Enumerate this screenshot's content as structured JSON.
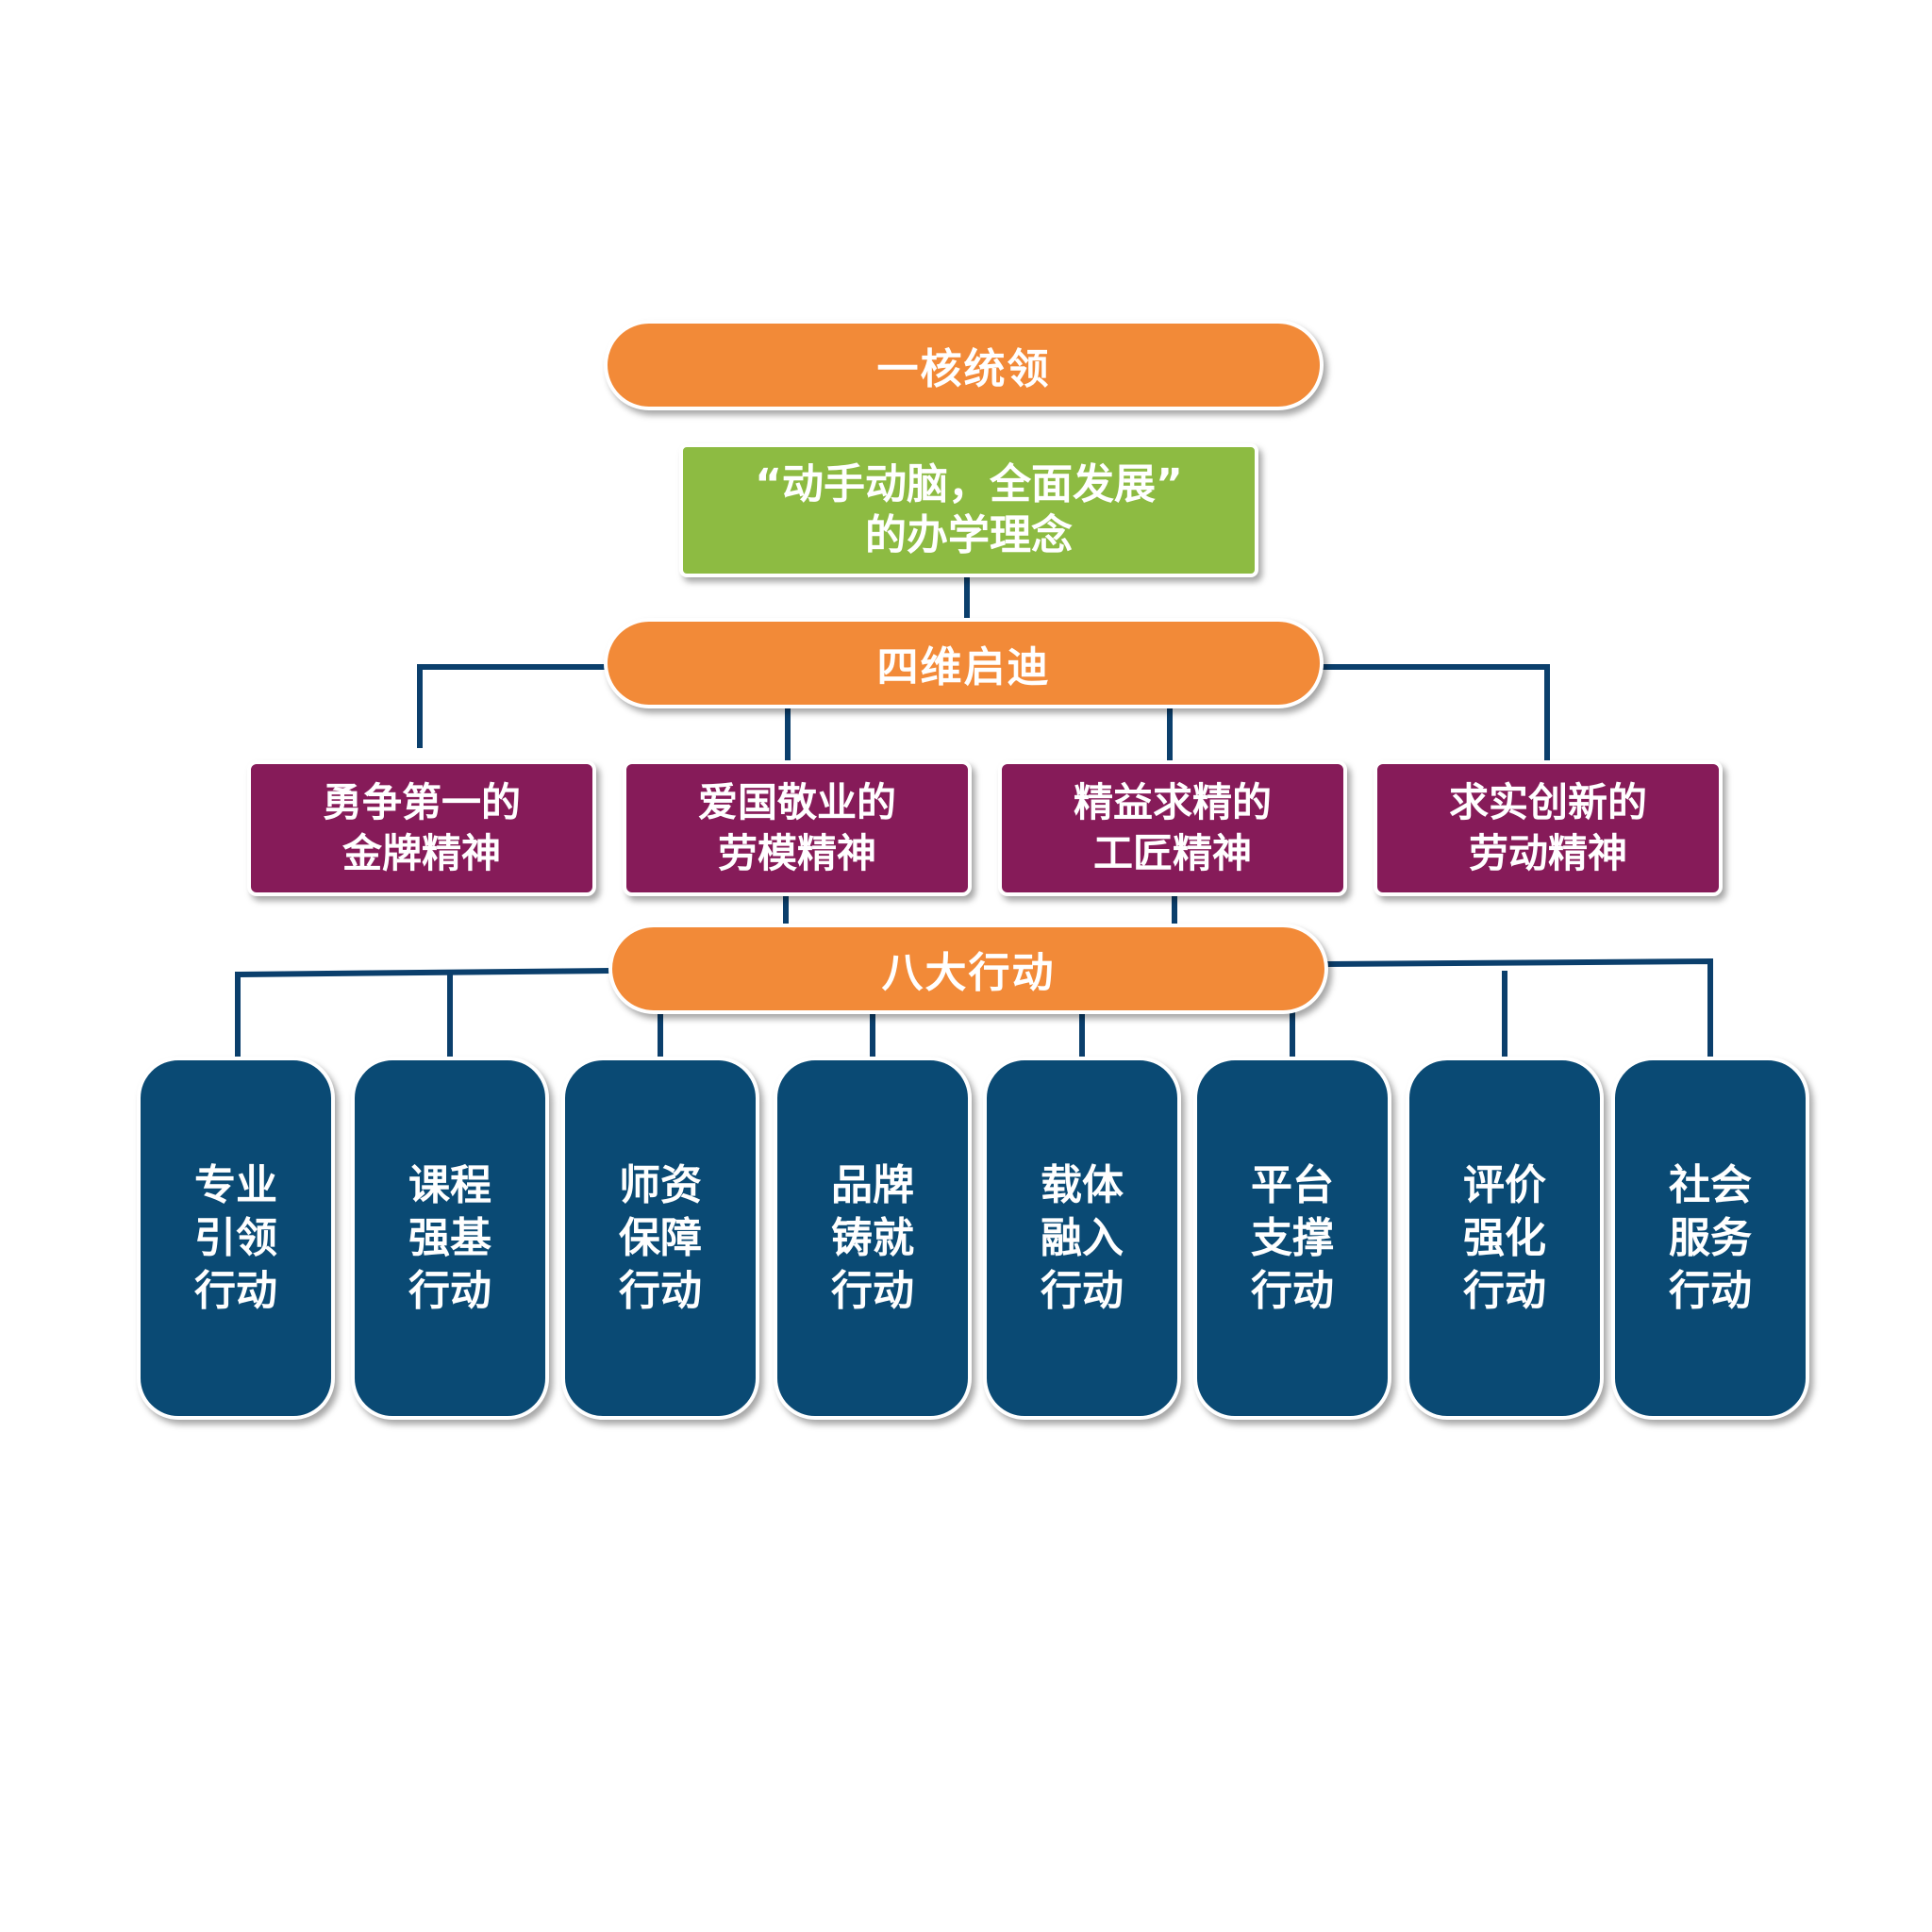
{
  "colors": {
    "orange": "#f28a38",
    "green": "#8dbb42",
    "purple": "#861b59",
    "navy": "#0a4a74",
    "connector": "#0b3f6c"
  },
  "core": {
    "label": "一核统领"
  },
  "idea": {
    "line1": "“动手动脑，全面发展”",
    "line2": "的办学理念"
  },
  "four_dims": {
    "label": "四维启迪"
  },
  "spirits": [
    {
      "line1": "勇争第一的",
      "line2": "金牌精神"
    },
    {
      "line1": "爱国敬业的",
      "line2": "劳模精神"
    },
    {
      "line1": "精益求精的",
      "line2": "工匠精神"
    },
    {
      "line1": "求实创新的",
      "line2": "劳动精神"
    }
  ],
  "eight_actions": {
    "label": "八大行动"
  },
  "actions": [
    {
      "l1": "专业",
      "l2": "引领",
      "l3": "行动"
    },
    {
      "l1": "课程",
      "l2": "强基",
      "l3": "行动"
    },
    {
      "l1": "师资",
      "l2": "保障",
      "l3": "行动"
    },
    {
      "l1": "品牌",
      "l2": "铸就",
      "l3": "行动"
    },
    {
      "l1": "载体",
      "l2": "融入",
      "l3": "行动"
    },
    {
      "l1": "平台",
      "l2": "支撑",
      "l3": "行动"
    },
    {
      "l1": "评价",
      "l2": "强化",
      "l3": "行动"
    },
    {
      "l1": "社会",
      "l2": "服务",
      "l3": "行动"
    }
  ]
}
